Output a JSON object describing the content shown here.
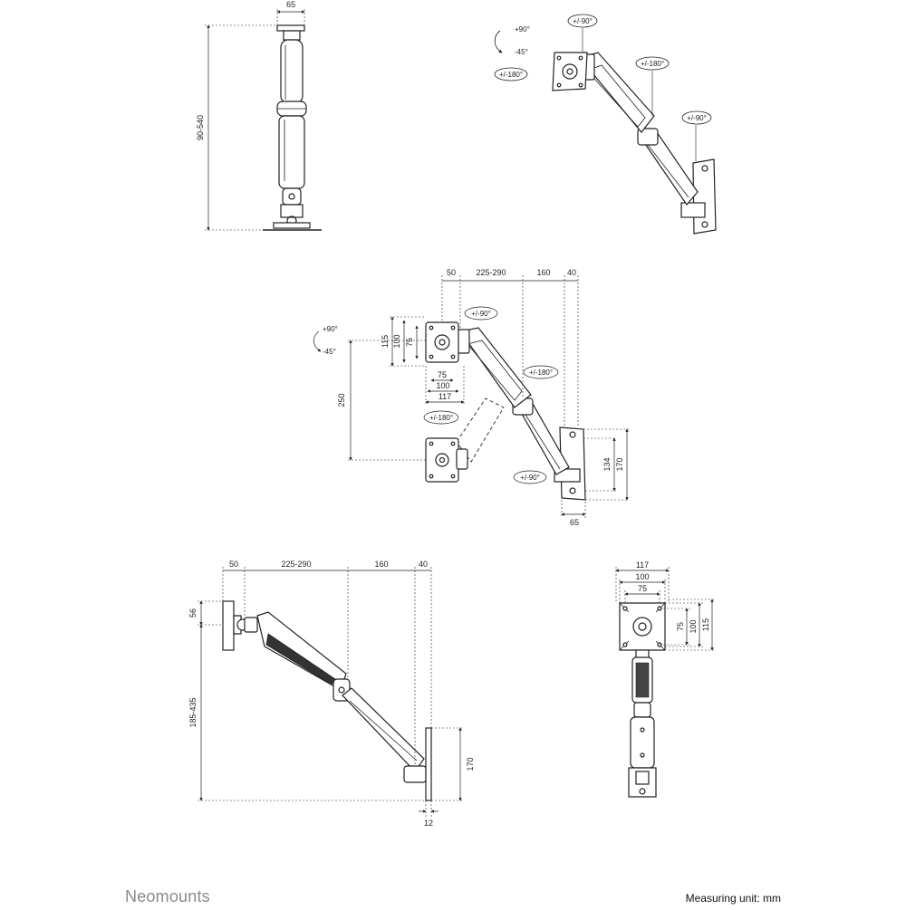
{
  "brand": "Neomounts",
  "measuring_unit": "Measuring unit: mm",
  "views": {
    "side_top": {
      "width_dim": "65",
      "height_dim": "90-540"
    },
    "perspective": {
      "rot_tilt_up": "+90°",
      "rot_tilt_down": "-45°",
      "rot_swivel": "+/-180°",
      "rot_head": "+/-90°",
      "rot_elbow": "+/-180°",
      "rot_wall": "+/-90°"
    },
    "top_view": {
      "seg1": "50",
      "seg2": "225-290",
      "seg3": "160",
      "seg4": "40",
      "vesa_h1": "115",
      "vesa_h2": "100",
      "vesa_h3": "75",
      "vesa_w1": "75",
      "vesa_w2": "100",
      "vesa_w3": "117",
      "drop": "250",
      "tilt_up": "+90°",
      "tilt_down": "-45°",
      "rot_head": "+/-90°",
      "rot_elbow": "+/-180°",
      "rot_swivel": "+/-180°",
      "rot_wall": "+/-90°",
      "plate_h1": "134",
      "plate_h2": "170",
      "plate_w": "65"
    },
    "side_view": {
      "seg1": "50",
      "seg2": "225-290",
      "seg3": "160",
      "seg4": "40",
      "head_h": "56",
      "height": "185-435",
      "plate_h": "170",
      "plate_t": "12"
    },
    "front_view": {
      "w1": "117",
      "w2": "100",
      "w3": "75",
      "h1": "75",
      "h2": "100",
      "h3": "115"
    }
  }
}
